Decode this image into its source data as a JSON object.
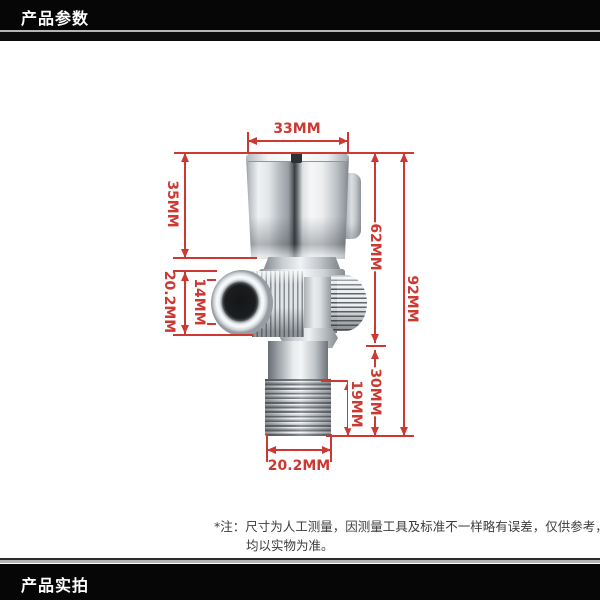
{
  "header": {
    "title": "产品参数"
  },
  "footer": {
    "title": "产品实拍"
  },
  "note": {
    "line1": "*注：尺寸为人工测量，因测量工具及标准不一样略有误差，仅供参考，",
    "line2": "均以实物为准。"
  },
  "colors": {
    "dimension_red": "#cc3832",
    "banner_black": "#060606"
  },
  "dimensions": {
    "top_width": "33MM",
    "handle_height": "35MM",
    "left_outlet_outer": "20.2MM",
    "left_outlet_inner": "14MM",
    "upper_height": "62MM",
    "total_height": "92MM",
    "lower_height": "30MM",
    "bottom_thread_length": "19MM",
    "bottom_outlet_outer": "20.2MM"
  }
}
